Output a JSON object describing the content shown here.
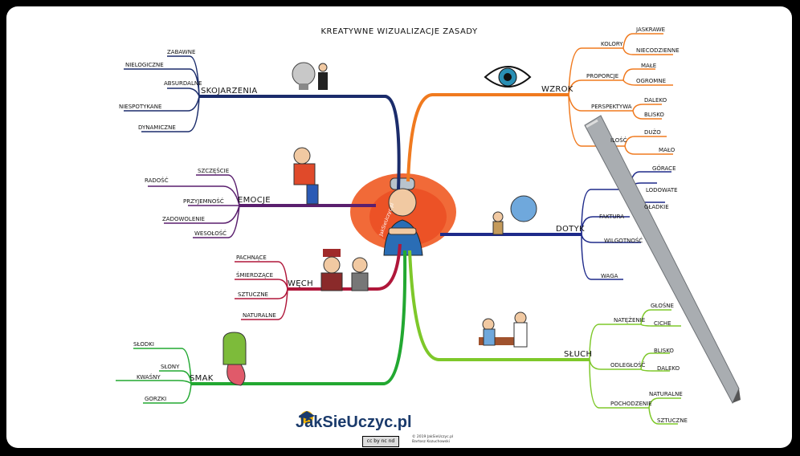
{
  "title": "KREATYWNE WIZUALIZACJE ZASADY",
  "center_badge": "JakSieUczyc.pl",
  "brand": "JakSieUczyc.pl",
  "license_badge": "cc by nc nd",
  "copyright": [
    "© 2019 JakSieUczyc.pl",
    "Bartosz Kozuchowski"
  ],
  "colors": {
    "skojarzenia": "#1b2c6b",
    "emocje": "#5a1f6e",
    "wech": "#b0173a",
    "smak": "#22a831",
    "wzrok": "#f07a1f",
    "dotyk": "#1e2a8a",
    "sluch": "#7ec82a"
  },
  "branches": {
    "skojarzenia": {
      "label": "SKOJARZENIA",
      "children": [
        "ZABAWNE",
        "NIELOGICZNE",
        "ABSURDALNE",
        "NIESPOTYKANE",
        "DYNAMICZNE"
      ]
    },
    "emocje": {
      "label": "EMOCJE",
      "children": [
        "SZCZĘŚCIE",
        "RADOŚĆ",
        "PRZYJEMNOŚĆ",
        "ZADOWOLENIE",
        "WESOŁOŚĆ"
      ]
    },
    "wech": {
      "label": "WĘCH",
      "children": [
        "PACHNĄCE",
        "ŚMIERDZĄCE",
        "SZTUCZNE",
        "NATURALNE"
      ]
    },
    "smak": {
      "label": "SMAK",
      "children": [
        "SŁODKI",
        "SŁONY",
        "KWAŚNY",
        "GORZKI"
      ]
    },
    "wzrok": {
      "label": "WZROK",
      "children": [
        {
          "label": "KOLORY",
          "sub": [
            "JASKRAWE",
            "NIECODZIENNE"
          ]
        },
        {
          "label": "PROPORCJE",
          "sub": [
            "MAŁE",
            "OGROMNE"
          ]
        },
        {
          "label": "PERSPEKTYWA",
          "sub": [
            "DALEKO",
            "BLISKO"
          ]
        },
        {
          "label": "ILOŚĆ",
          "sub": [
            "DUŻO",
            "MAŁO"
          ]
        }
      ]
    },
    "dotyk": {
      "label": "DOTYK",
      "children": [
        {
          "label": "FAKTURA",
          "sub": [
            "GÓRACE",
            "LODOWATE",
            "GŁADKIE"
          ]
        },
        {
          "label": "WILGOTNOŚĆ",
          "sub": []
        },
        {
          "label": "WAGA",
          "sub": []
        }
      ]
    },
    "sluch": {
      "label": "SŁUCH",
      "children": [
        {
          "label": "NATĘŻENIE",
          "sub": [
            "GŁOŚNE",
            "CICHE"
          ]
        },
        {
          "label": "ODLEGŁOŚĆ",
          "sub": [
            "BLISKO",
            "DALEKO"
          ]
        },
        {
          "label": "POCHODZENIE",
          "sub": [
            "NATURALNE",
            "SZTUCZNE"
          ]
        }
      ]
    }
  }
}
